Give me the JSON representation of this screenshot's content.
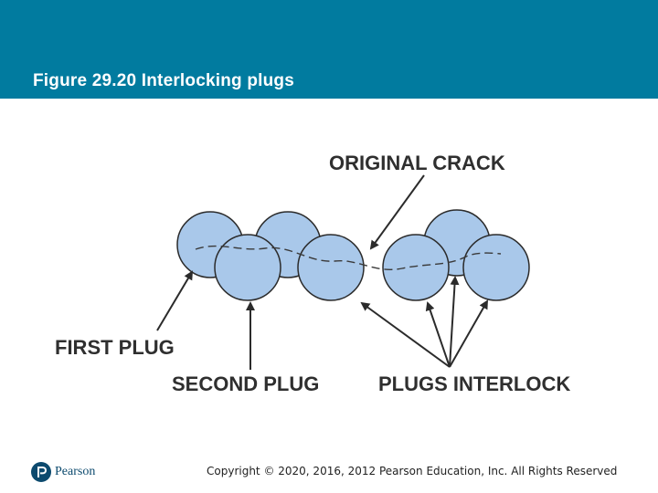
{
  "header": {
    "title": "Figure 29.20 Interlocking plugs",
    "background_color": "#017b9f"
  },
  "diagram": {
    "labels": {
      "original_crack": "ORIGINAL CRACK",
      "first_plug": "FIRST PLUG",
      "second_plug": "SECOND PLUG",
      "plugs_interlock": "PLUGS INTERLOCK"
    },
    "plug_fill_color": "#a9c8ea",
    "plug_stroke_color": "#2b2b2b"
  },
  "footer": {
    "brand": "Pearson",
    "copyright": "Copyright © 2020, 2016, 2012 Pearson Education, Inc. All Rights Reserved"
  }
}
